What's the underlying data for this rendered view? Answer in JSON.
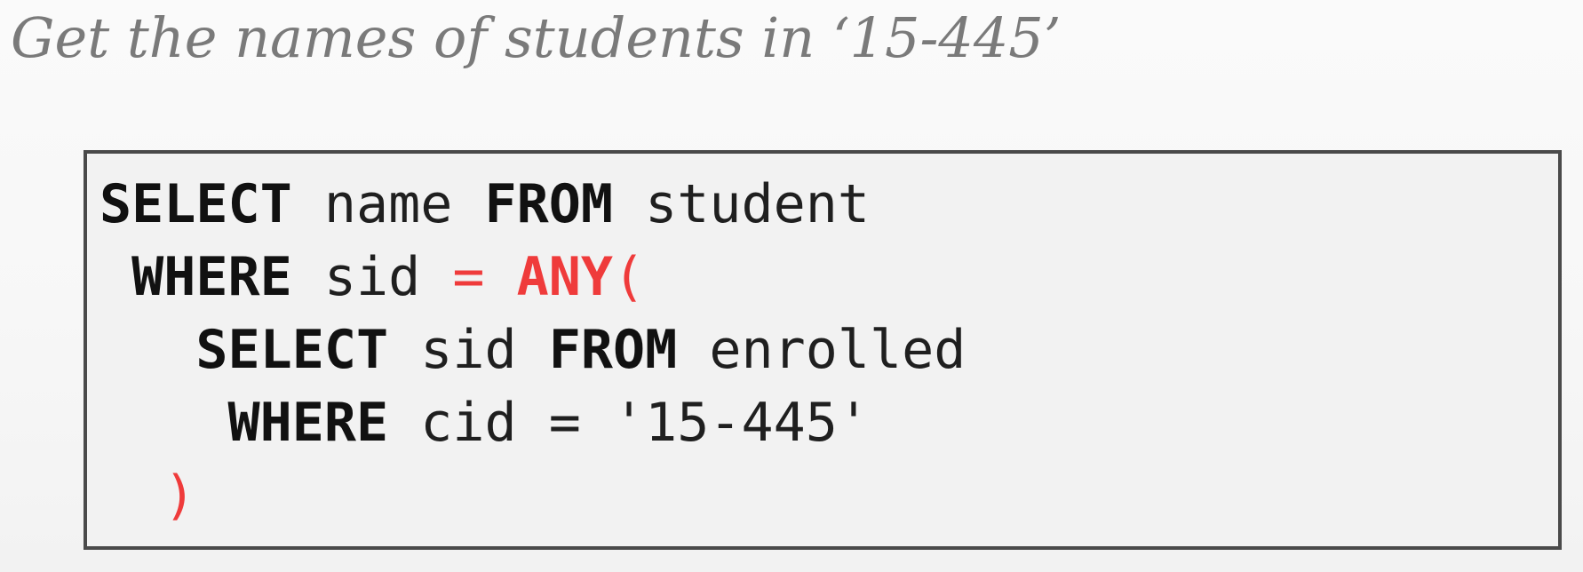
{
  "slide": {
    "title": "Get the names of students in ‘15-445’"
  },
  "code_lines": [
    {
      "tokens": [
        {
          "text": "SELECT",
          "kind": "keyword"
        },
        {
          "text": " name ",
          "kind": "identifier"
        },
        {
          "text": "FROM",
          "kind": "keyword"
        },
        {
          "text": " student",
          "kind": "identifier"
        }
      ]
    },
    {
      "tokens": [
        {
          "text": " ",
          "kind": "space"
        },
        {
          "text": "WHERE",
          "kind": "keyword"
        },
        {
          "text": " sid ",
          "kind": "identifier"
        },
        {
          "text": "=",
          "kind": "highlight-op"
        },
        {
          "text": " ",
          "kind": "space"
        },
        {
          "text": "ANY",
          "kind": "highlight-keyword"
        },
        {
          "text": "(",
          "kind": "highlight-op"
        }
      ]
    },
    {
      "tokens": [
        {
          "text": "   ",
          "kind": "space"
        },
        {
          "text": "SELECT",
          "kind": "keyword"
        },
        {
          "text": " sid ",
          "kind": "identifier"
        },
        {
          "text": "FROM",
          "kind": "keyword"
        },
        {
          "text": " enrolled",
          "kind": "identifier"
        }
      ]
    },
    {
      "tokens": [
        {
          "text": "    ",
          "kind": "space"
        },
        {
          "text": "WHERE",
          "kind": "keyword"
        },
        {
          "text": " cid = '15-445'",
          "kind": "identifier"
        }
      ]
    },
    {
      "tokens": [
        {
          "text": "  ",
          "kind": "space"
        },
        {
          "text": ")",
          "kind": "highlight-op"
        }
      ]
    }
  ],
  "colors": {
    "highlight": "#ef3b3b",
    "title": "#7a7a7a",
    "border": "#4a4a4a"
  }
}
